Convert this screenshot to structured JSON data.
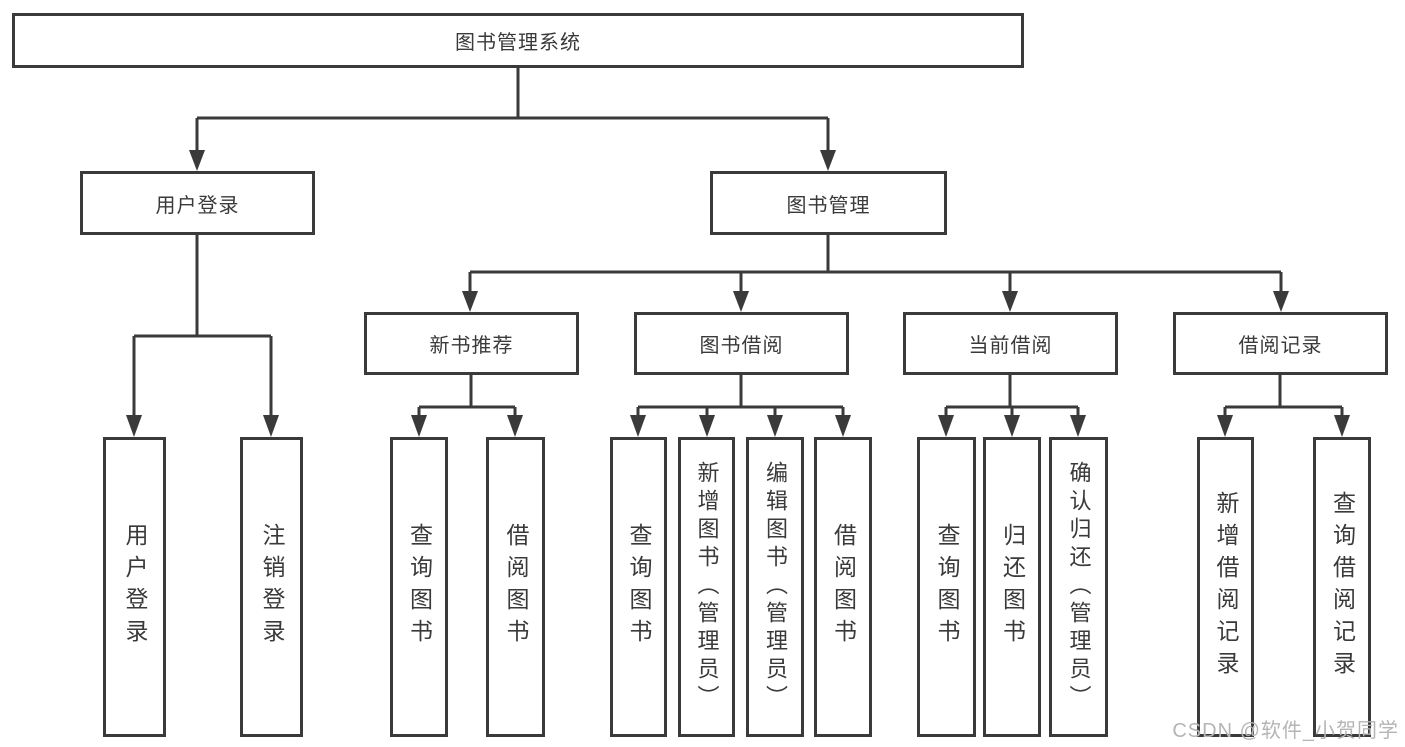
{
  "diagram": {
    "root": "图书管理系统",
    "level2": [
      {
        "label": "用户登录",
        "children": [
          "用户登录",
          "注销登录"
        ]
      },
      {
        "label": "图书管理",
        "groups": [
          {
            "label": "新书推荐",
            "children": [
              "查询图书",
              "借阅图书"
            ]
          },
          {
            "label": "图书借阅",
            "children": [
              "查询图书",
              "新增图书（管理员）",
              "编辑图书（管理员）",
              "借阅图书"
            ]
          },
          {
            "label": "当前借阅",
            "children": [
              "查询图书",
              "归还图书",
              "确认归还（管理员）"
            ]
          },
          {
            "label": "借阅记录",
            "children": [
              "新增借阅记录",
              "查询借阅记录"
            ]
          }
        ]
      }
    ],
    "watermark": "CSDN @软件_小贺同学"
  },
  "colors": {
    "line": "#3a3a3a",
    "text": "#3a3a3a",
    "watermark": "#b5b5b5",
    "background": "#ffffff"
  }
}
